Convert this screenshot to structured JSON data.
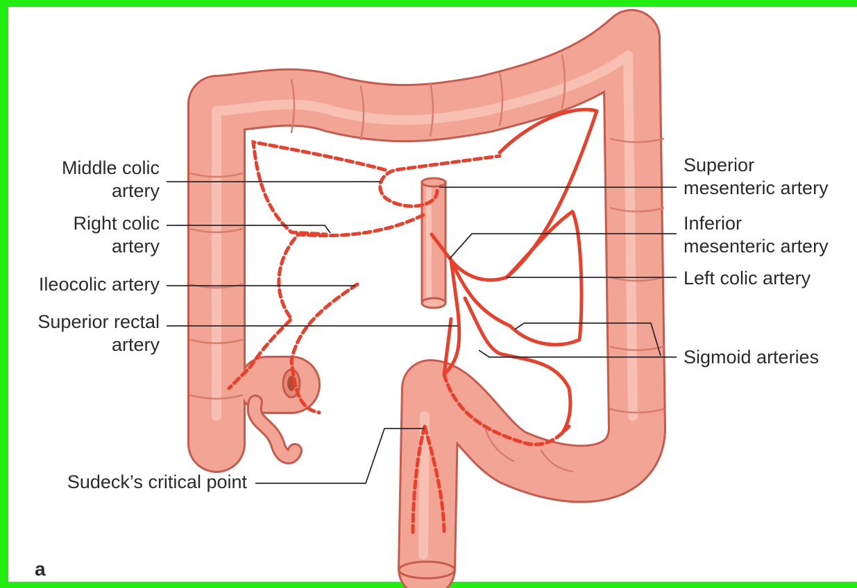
{
  "figure": {
    "panel_letter": "a",
    "frame_color": "#22ee11",
    "colon_color": "#f3a595",
    "artery_color": "#e8402b",
    "leader_color": "#2a2a2a"
  },
  "labels": {
    "middle_colic": [
      "Middle colic",
      "artery"
    ],
    "right_colic": [
      "Right colic",
      "artery"
    ],
    "ileocolic": [
      "Ileocolic artery"
    ],
    "superior_rectal": [
      "Superior rectal",
      "artery"
    ],
    "sudeck": [
      "Sudeck’s critical point"
    ],
    "superior_mesenteric": [
      "Superior",
      "mesenteric artery"
    ],
    "inferior_mesenteric": [
      "Inferior",
      "mesenteric artery"
    ],
    "left_colic": [
      "Left colic artery"
    ],
    "sigmoid": [
      "Sigmoid arteries"
    ]
  }
}
